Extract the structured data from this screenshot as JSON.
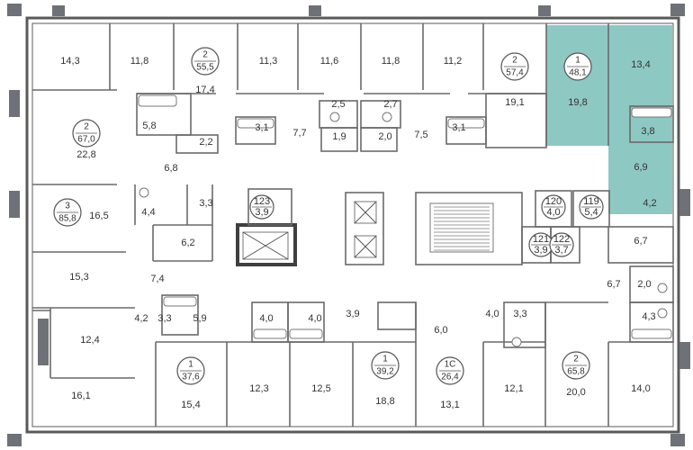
{
  "colors": {
    "highlight": "#8ec8c3",
    "wall": "#5a5a5a",
    "window": "#6f7178",
    "text": "#333333"
  },
  "rooms": [
    {
      "label": "14,3"
    },
    {
      "label": "11,8"
    },
    {
      "label": "17,4"
    },
    {
      "label": "11,3"
    },
    {
      "label": "11,6"
    },
    {
      "label": "11,8"
    },
    {
      "label": "11,2"
    },
    {
      "label": "19,1"
    },
    {
      "label": "19,8"
    },
    {
      "label": "13,4"
    },
    {
      "label": "5,8"
    },
    {
      "label": "2,2"
    },
    {
      "label": "3,1"
    },
    {
      "label": "2,5"
    },
    {
      "label": "2,7"
    },
    {
      "label": "3,1"
    },
    {
      "label": "7,7"
    },
    {
      "label": "1,9"
    },
    {
      "label": "2,0"
    },
    {
      "label": "7,5"
    },
    {
      "label": "3,8"
    },
    {
      "label": "6,9"
    },
    {
      "label": "22,8"
    },
    {
      "label": "6,8"
    },
    {
      "label": "16,5"
    },
    {
      "label": "4,4"
    },
    {
      "label": "3,3"
    },
    {
      "label": "4,2"
    },
    {
      "label": "6,2"
    },
    {
      "label": "6,7"
    },
    {
      "label": "15,3"
    },
    {
      "label": "7,4"
    },
    {
      "label": "6,7"
    },
    {
      "label": "2,0"
    },
    {
      "label": "12,4"
    },
    {
      "label": "4,2"
    },
    {
      "label": "3,3"
    },
    {
      "label": "5,9"
    },
    {
      "label": "4,0"
    },
    {
      "label": "4,0"
    },
    {
      "label": "3,9"
    },
    {
      "label": "6,0"
    },
    {
      "label": "4,0"
    },
    {
      "label": "3,3"
    },
    {
      "label": "4,3"
    },
    {
      "label": "16,1"
    },
    {
      "label": "15,4"
    },
    {
      "label": "12,3"
    },
    {
      "label": "12,5"
    },
    {
      "label": "18,8"
    },
    {
      "label": "13,1"
    },
    {
      "label": "12,1"
    },
    {
      "label": "20,0"
    },
    {
      "label": "14,0"
    }
  ],
  "apartments": [
    {
      "rooms": "2",
      "area": "55,5"
    },
    {
      "rooms": "2",
      "area": "57,4"
    },
    {
      "rooms": "1",
      "area": "48,1"
    },
    {
      "rooms": "2",
      "area": "67,0"
    },
    {
      "rooms": "3",
      "area": "85,8"
    },
    {
      "rooms": "1",
      "area": "37,6"
    },
    {
      "rooms": "1",
      "area": "39,2"
    },
    {
      "rooms": "1С",
      "area": "26,4"
    },
    {
      "rooms": "2",
      "area": "65,8"
    }
  ],
  "storage": [
    {
      "number": "123",
      "area": "3,9"
    },
    {
      "number": "120",
      "area": "4,0"
    },
    {
      "number": "119",
      "area": "5,4"
    },
    {
      "number": "121",
      "area": "3,9"
    },
    {
      "number": "122",
      "area": "3,7"
    }
  ]
}
